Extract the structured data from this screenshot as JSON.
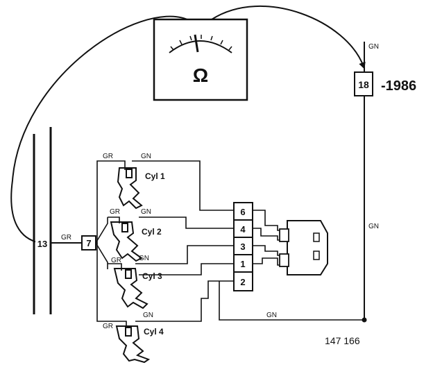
{
  "meter": {
    "unit_symbol": "Ω"
  },
  "connector_18": {
    "number": "18",
    "year_note": "-1986",
    "wire_color": "GN"
  },
  "bus_13": {
    "number": "13",
    "wire_color": "GR"
  },
  "connector_7": {
    "number": "7"
  },
  "injectors": [
    {
      "label": "Cyl 1",
      "wire_left": "GR",
      "wire_right": "GN"
    },
    {
      "label": "Cyl 2",
      "wire_left": "GR",
      "wire_right": "GN"
    },
    {
      "label": "Cyl 3",
      "wire_left": "GR",
      "wire_right": "GN"
    },
    {
      "label": "Cyl 4",
      "wire_left": "GR",
      "wire_right": "GN"
    }
  ],
  "block_pins": [
    "6",
    "4",
    "3",
    "1",
    "2"
  ],
  "right_wire_color": "GN",
  "bottom_wire_color": "GN",
  "figure_number": "147 166"
}
